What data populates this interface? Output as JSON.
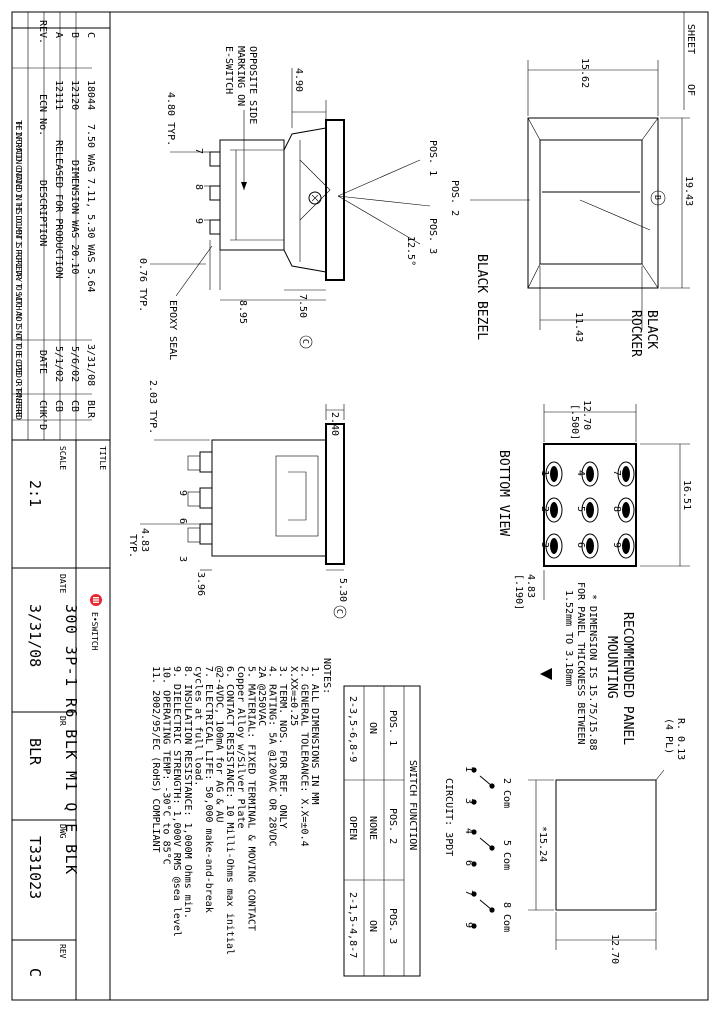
{
  "revisions": {
    "headers": [
      "REV.",
      "ECN No.",
      "DESCRIPTION",
      "DATE",
      "CHK'D"
    ],
    "rows": [
      [
        "C",
        "18044",
        "7.50 WAS 7.11, 5.30 WAS 5.64",
        "3/31/08",
        "BLR"
      ],
      [
        "B",
        "12120",
        "DIMENSION WAS 20.10",
        "5/6/02",
        "CB"
      ],
      [
        "A",
        "12111",
        "RELEASED FOR PRODUCTION",
        "5/1/02",
        "CB"
      ]
    ]
  },
  "disclaimer": "THE INFORMATION CONTAINED IN THIS DOCUMENT IS PROPRIETARY TO SWITCH AND IS NOT TO BE COPIED OR TRANSFERRED",
  "title_block": {
    "title_label": "TITLE",
    "title": "300 3P-1 R6 BLK M1 Q E BLK",
    "scale_label": "SCALE",
    "scale": "2:1",
    "date_label": "DATE",
    "date": "3/31/08",
    "dr_label": "DR",
    "dr": "BLR",
    "dwg_label": "DWG",
    "dwg": "T331023",
    "rev_label": "REV",
    "rev": "C",
    "sheet": "SHEET",
    "of": "OF",
    "logo_text": "E•SWITCH"
  },
  "side_view": {
    "dim_490": "4.90",
    "marking": [
      "E-SWITCH",
      "MARKING ON",
      "OPPOSITE SIDE"
    ],
    "dim_480": "4.80 TYP.",
    "pins": [
      "7",
      "8",
      "9"
    ],
    "dim_076": "0.76 TYP.",
    "epoxy": "EPOXY SEAL",
    "dim_895": "8.95",
    "dim_750": "7.50",
    "rev_mark": "C",
    "pos1": "POS. 1",
    "pos2": "POS. 2",
    "pos3": "POS. 3",
    "angle": "12.5°"
  },
  "front_view": {
    "dim_1562": "15.62",
    "dim_1943": "19.43",
    "dim_1143": "11.43",
    "mark": "B",
    "rocker": [
      "BLACK",
      "ROCKER"
    ],
    "bezel": "BLACK BEZEL"
  },
  "end_view": {
    "dim_240": "2.40",
    "dim_203": "2.03 TYP.",
    "pins": [
      "9",
      "6",
      "3"
    ],
    "dim_483": [
      "4.83",
      "TYP."
    ],
    "dim_396": "3.96",
    "dim_530": "5.30",
    "rev_mark": "C"
  },
  "bottom_view": {
    "dim_1270": "12.70",
    "dim_500": "[.500]",
    "label": "BOTTOM VIEW",
    "dim_1651": "16.51",
    "dim_483": "4.83",
    "dim_190": "[.190]",
    "terminals": [
      "1",
      "2",
      "3",
      "4",
      "5",
      "6",
      "7",
      "8",
      "9"
    ]
  },
  "panel": {
    "heading": [
      "RECOMMENDED PANEL",
      "MOUNTING"
    ],
    "note": [
      "* DIMENSION IS 15.75/15.88",
      "FOR PANEL THICKNESS BETWEEN",
      "1.52mm TO 3.18mm"
    ],
    "dim_r": "R. 0.13",
    "dim_r2": "(4 PL)",
    "dim_1524": "*15.24",
    "dim_1270": "12.70"
  },
  "circuit": {
    "title": "CIRCUIT: 3PDT",
    "labels": [
      "1",
      "2 Com",
      "3",
      "4",
      "5 Com",
      "6",
      "7",
      "8 Com",
      "9"
    ]
  },
  "switch_function": {
    "title": "SWITCH FUNCTION",
    "headers": [
      "POS. 1",
      "POS. 2",
      "POS. 3"
    ],
    "row1": [
      "ON",
      "NONE",
      "ON"
    ],
    "row2": [
      "2-3,5-6,8-9",
      "OPEN",
      "2-1,5-4,8-7"
    ]
  },
  "notes": {
    "title": "NOTES:",
    "lines": [
      "1. ALL DIMENSIONS IN MM",
      "2. GENERAL TOLERANCE: X.X=±0.4",
      "                      X.XX=±0.25",
      "3. TERM. NOS. FOR REF. ONLY",
      "4. RATING: 5A @120VAC OR 28VDC",
      "           2A @250VAC",
      "5. MATERIAL: FIXED TERMINAL & MOVING CONTACT",
      "      Copper Alloy w/Silver Plate",
      "6. CONTACT RESISTANCE: 10 Milli-Ohms max initial",
      "      @2-4VDC, 100mA for AG & AU",
      "7. ELECTRICAL LIFE: 50,000 make-and-break",
      "      cycles at full load.",
      "8. INSULATION RESISTANCE: 1,000M Ohms min.",
      "9. DIELECTRIC STRENGTH: 1,000V RMS @sea level",
      "10. OPERATING TEMP: -30°C to 85°C",
      "11. 2002/95/EC (RoHS) COMPLIANT"
    ]
  }
}
